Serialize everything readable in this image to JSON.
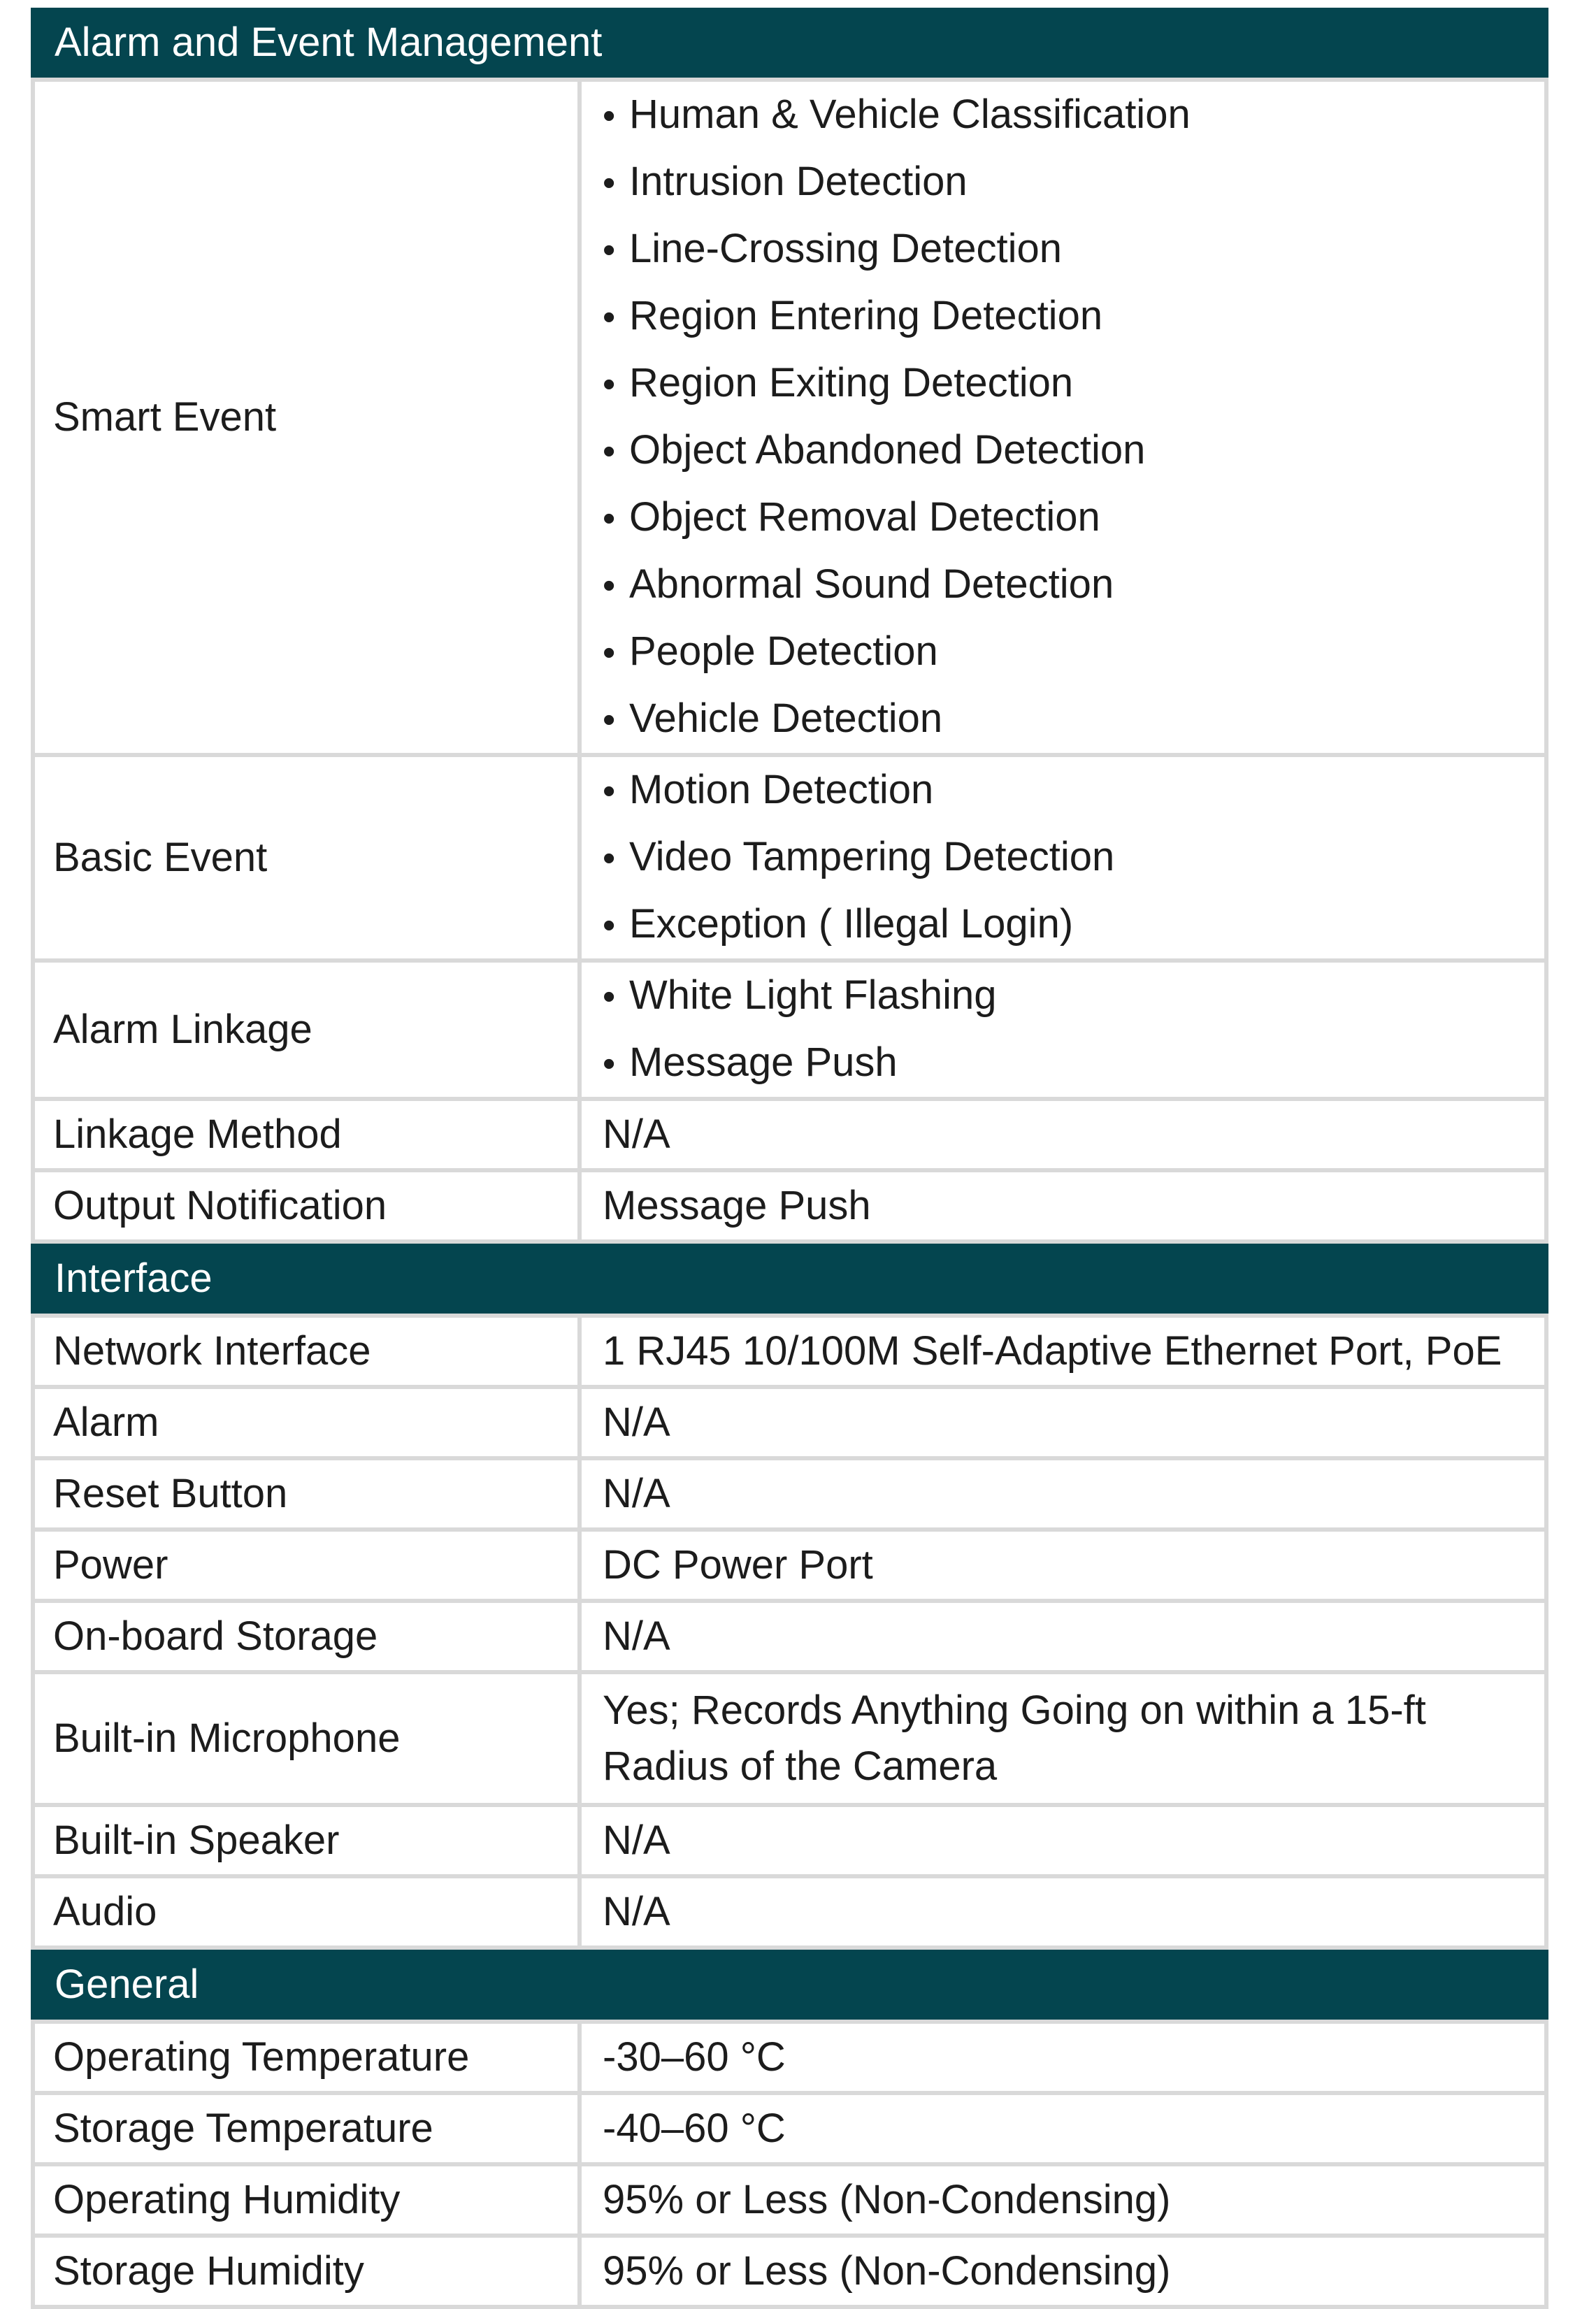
{
  "colors": {
    "section_band_background": "#04454F",
    "section_band_text": "#FFFFFF",
    "grid_border": "#D9D9D9",
    "cell_background": "#FFFFFF",
    "body_text": "#1C1C1C"
  },
  "bullet_char": "•",
  "sections": [
    {
      "title": "Alarm and Event Management",
      "rows": [
        {
          "label": "Smart Event",
          "bullets": [
            "Human & Vehicle Classification",
            "Intrusion Detection",
            "Line-Crossing Detection",
            "Region Entering Detection",
            "Region Exiting Detection",
            "Object Abandoned Detection",
            "Object Removal Detection",
            "Abnormal Sound Detection",
            "People Detection",
            "Vehicle Detection"
          ]
        },
        {
          "label": "Basic Event",
          "bullets": [
            "Motion Detection",
            "Video Tampering Detection",
            "Exception ( Illegal Login)"
          ]
        },
        {
          "label": "Alarm Linkage",
          "bullets": [
            "White Light Flashing",
            "Message Push"
          ]
        },
        {
          "label": "Linkage Method",
          "value": "N/A"
        },
        {
          "label": "Output Notification",
          "value": "Message Push"
        }
      ]
    },
    {
      "title": "Interface",
      "rows": [
        {
          "label": "Network Interface",
          "value": "1 RJ45 10/100M Self-Adaptive Ethernet Port, PoE"
        },
        {
          "label": "Alarm",
          "value": "N/A"
        },
        {
          "label": "Reset Button",
          "value": "N/A"
        },
        {
          "label": "Power",
          "value": "DC Power Port"
        },
        {
          "label": "On-board Storage",
          "value": "N/A"
        },
        {
          "label": "Built-in Microphone",
          "value": "Yes; Records Anything Going on within a 15-ft Radius of the Camera"
        },
        {
          "label": "Built-in Speaker",
          "value": "N/A"
        },
        {
          "label": "Audio",
          "value": "N/A"
        }
      ]
    },
    {
      "title": "General",
      "rows": [
        {
          "label": "Operating Temperature",
          "value": "-30–60 °C"
        },
        {
          "label": "Storage Temperature",
          "value": "-40–60 °C"
        },
        {
          "label": "Operating Humidity",
          "value": "95% or Less (Non-Condensing)"
        },
        {
          "label": "Storage Humidity",
          "value": "95% or Less (Non-Condensing)"
        }
      ]
    }
  ]
}
